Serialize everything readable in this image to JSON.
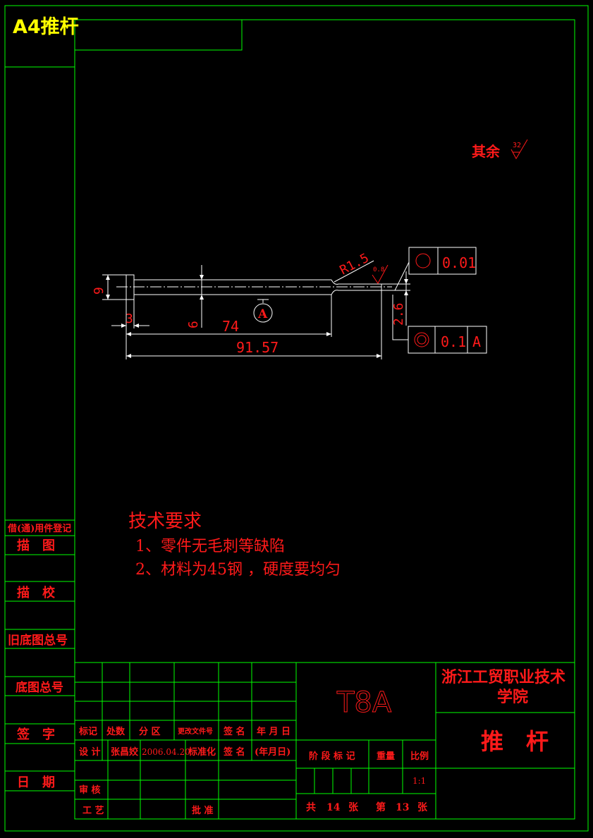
{
  "header": {
    "title": "A4推杆"
  },
  "surface_note": {
    "text": "其余",
    "roughness": "32"
  },
  "drawing": {
    "dims": {
      "r": "R1.5",
      "dia_head": "9",
      "head_len": "3",
      "dia_shaft": "6",
      "len1": "74",
      "len_total": "91.57",
      "dia_tip": "2.6",
      "chamfer": "0.8"
    },
    "datum": "A",
    "tol1": {
      "value": "0.01"
    },
    "tol2": {
      "value": "0.1",
      "datum": "A"
    }
  },
  "tech_req": {
    "title": "技术要求",
    "items": [
      "1、零件无毛刺等缺陷",
      "2、材料为45钢 ，硬度要均匀"
    ]
  },
  "left_column": [
    "借(通)用件登记",
    "描　图",
    "描　校",
    "旧底图总号",
    "底图总号",
    "签　字",
    "日　期"
  ],
  "title_block": {
    "material": "T8A",
    "school": "浙江工贸职业技术学院",
    "part_name": "推　杆",
    "row_headers": [
      "标记",
      "处数",
      "分 区",
      "更改文件号",
      "签 名",
      "年 月 日"
    ],
    "design_label": "设 计",
    "designer": "张昌姣",
    "date": "2006.04.20",
    "std_label": "标准化",
    "sign_label": "签 名",
    "ymd_label": "(年月日)",
    "audit": "审 核",
    "process": "工 艺",
    "approve": "批 准",
    "stage_mark": "阶 段 标 记",
    "weight": "重量",
    "scale_label": "比例",
    "scale": "1:1",
    "total_label": "共",
    "total": "14",
    "sheet_unit": "张",
    "page_label": "第",
    "page": "13",
    "page_unit": "张"
  }
}
